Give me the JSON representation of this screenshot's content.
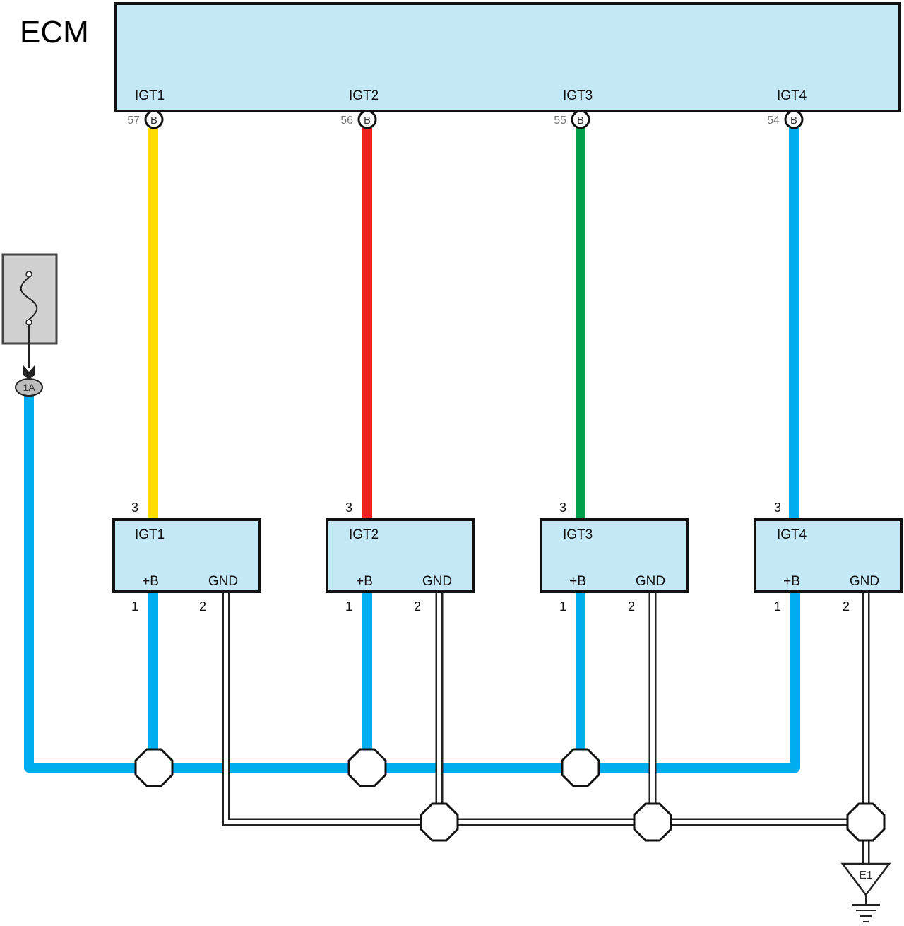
{
  "ecm": {
    "title": "ECM",
    "fill": "#c5e8f7",
    "terminals": [
      {
        "label": "IGT1",
        "pin": "57",
        "connector": "B"
      },
      {
        "label": "IGT2",
        "pin": "56",
        "connector": "B"
      },
      {
        "label": "IGT3",
        "pin": "55",
        "connector": "B"
      },
      {
        "label": "IGT4",
        "pin": "54",
        "connector": "B"
      }
    ]
  },
  "signal_wires": [
    {
      "name": "IGT1",
      "color": "#ffdd00"
    },
    {
      "name": "IGT2",
      "color": "#ee2222"
    },
    {
      "name": "IGT3",
      "color": "#00a04a"
    },
    {
      "name": "IGT4",
      "color": "#00aeef"
    }
  ],
  "power_wire_color": "#00aeef",
  "ignition_coils": [
    {
      "label": "IGT1",
      "plus_b": "+B",
      "gnd": "GND",
      "pin_signal": "3",
      "pin_power": "1",
      "pin_ground": "2"
    },
    {
      "label": "IGT2",
      "plus_b": "+B",
      "gnd": "GND",
      "pin_signal": "3",
      "pin_power": "1",
      "pin_ground": "2"
    },
    {
      "label": "IGT3",
      "plus_b": "+B",
      "gnd": "GND",
      "pin_signal": "3",
      "pin_power": "1",
      "pin_ground": "2"
    },
    {
      "label": "IGT4",
      "plus_b": "+B",
      "gnd": "GND",
      "pin_signal": "3",
      "pin_power": "1",
      "pin_ground": "2"
    }
  ],
  "fuse": {
    "connector": "1A",
    "icon": "fuse-icon"
  },
  "ground": {
    "label": "E1",
    "icon": "ground-icon"
  }
}
